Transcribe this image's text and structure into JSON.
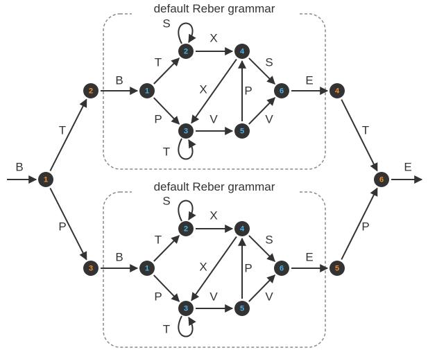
{
  "diagram": {
    "colors": {
      "node_fill": "#333333",
      "outer_state_label": "#f28c28",
      "inner_state_label": "#4ab0e8",
      "edge": "#333333",
      "box_border": "#888888"
    },
    "outer_states": [
      {
        "id": "o1",
        "label": "1"
      },
      {
        "id": "o2",
        "label": "2"
      },
      {
        "id": "o3",
        "label": "3"
      },
      {
        "id": "o4",
        "label": "4"
      },
      {
        "id": "o5",
        "label": "5"
      },
      {
        "id": "o6",
        "label": "6"
      }
    ],
    "outer_transitions": [
      {
        "from": "start",
        "to": "o1",
        "label": "B"
      },
      {
        "from": "o1",
        "to": "o2",
        "label": "T"
      },
      {
        "from": "o1",
        "to": "o3",
        "label": "P"
      },
      {
        "from": "o2",
        "to": "u1",
        "label": "B"
      },
      {
        "from": "o3",
        "to": "l1",
        "label": "B"
      },
      {
        "from": "u6",
        "to": "o4",
        "label": "E"
      },
      {
        "from": "l6",
        "to": "o5",
        "label": "E"
      },
      {
        "from": "o4",
        "to": "o6",
        "label": "T"
      },
      {
        "from": "o5",
        "to": "o6",
        "label": "P"
      },
      {
        "from": "o6",
        "to": "end",
        "label": "E"
      }
    ],
    "grammar_boxes": [
      {
        "title": "default Reber grammar",
        "states": [
          {
            "id": "u1",
            "label": "1"
          },
          {
            "id": "u2",
            "label": "2"
          },
          {
            "id": "u3",
            "label": "3"
          },
          {
            "id": "u4",
            "label": "4"
          },
          {
            "id": "u5",
            "label": "5"
          },
          {
            "id": "u6",
            "label": "6"
          }
        ],
        "transitions": [
          {
            "from": "1",
            "to": "2",
            "label": "T"
          },
          {
            "from": "1",
            "to": "3",
            "label": "P"
          },
          {
            "from": "2",
            "to": "2",
            "label": "S"
          },
          {
            "from": "2",
            "to": "4",
            "label": "X"
          },
          {
            "from": "3",
            "to": "3",
            "label": "T"
          },
          {
            "from": "3",
            "to": "5",
            "label": "V"
          },
          {
            "from": "4",
            "to": "3",
            "label": "X"
          },
          {
            "from": "4",
            "to": "6",
            "label": "S"
          },
          {
            "from": "5",
            "to": "4",
            "label": "P"
          },
          {
            "from": "5",
            "to": "6",
            "label": "V"
          }
        ]
      },
      {
        "title": "default Reber grammar",
        "states": [
          {
            "id": "l1",
            "label": "1"
          },
          {
            "id": "l2",
            "label": "2"
          },
          {
            "id": "l3",
            "label": "3"
          },
          {
            "id": "l4",
            "label": "4"
          },
          {
            "id": "l5",
            "label": "5"
          },
          {
            "id": "l6",
            "label": "6"
          }
        ],
        "transitions": [
          {
            "from": "1",
            "to": "2",
            "label": "T"
          },
          {
            "from": "1",
            "to": "3",
            "label": "P"
          },
          {
            "from": "2",
            "to": "2",
            "label": "S"
          },
          {
            "from": "2",
            "to": "4",
            "label": "X"
          },
          {
            "from": "3",
            "to": "3",
            "label": "T"
          },
          {
            "from": "3",
            "to": "5",
            "label": "V"
          },
          {
            "from": "4",
            "to": "3",
            "label": "X"
          },
          {
            "from": "4",
            "to": "6",
            "label": "S"
          },
          {
            "from": "5",
            "to": "4",
            "label": "P"
          },
          {
            "from": "5",
            "to": "6",
            "label": "V"
          }
        ]
      }
    ]
  }
}
